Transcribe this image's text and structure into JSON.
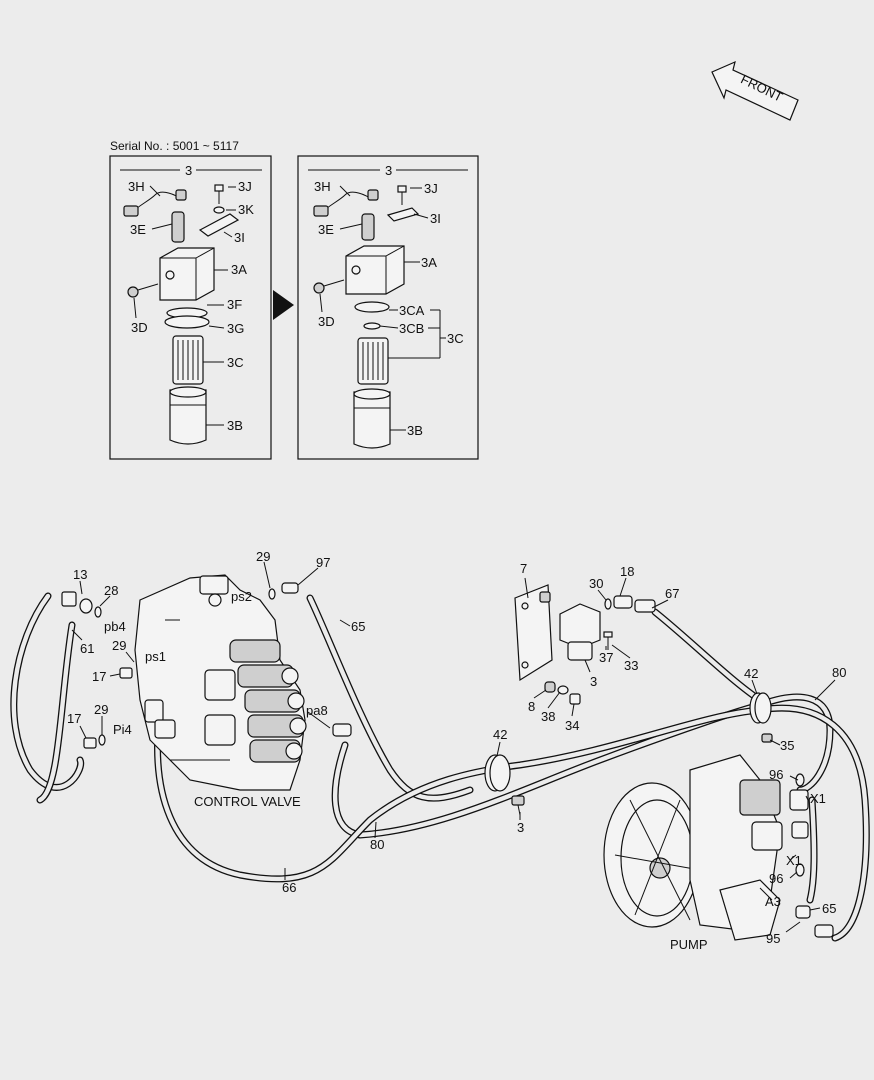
{
  "serial_note": "Serial No. : 5001 ~ 5117",
  "front_label": "FRONT",
  "panel_left": {
    "header": "3",
    "labels": {
      "3H": "3H",
      "3J": "3J",
      "3K": "3K",
      "3E": "3E",
      "3I": "3I",
      "3A": "3A",
      "3D": "3D",
      "3F": "3F",
      "3G": "3G",
      "3C": "3C",
      "3B": "3B"
    }
  },
  "panel_right": {
    "header": "3",
    "labels": {
      "3H": "3H",
      "3J": "3J",
      "3I": "3I",
      "3E": "3E",
      "3A": "3A",
      "3D": "3D",
      "3CA": "3CA",
      "3CB": "3CB",
      "3C": "3C",
      "3B": "3B"
    }
  },
  "assembly": {
    "control_valve": "CONTROL VALVE",
    "pump": "PUMP",
    "ports": {
      "ps2": "ps2",
      "pb4": "pb4",
      "ps1": "ps1",
      "pi4": "Pi4",
      "pa8": "pa8",
      "x1a": "X1",
      "x1b": "X1",
      "a3": "A3"
    },
    "numbers": {
      "n13": "13",
      "n28": "28",
      "n61": "61",
      "n29a": "29",
      "n17a": "17",
      "n17b": "17",
      "n29b": "29",
      "n29c": "29",
      "n97": "97",
      "n65a": "65",
      "n7": "7",
      "n30": "30",
      "n18": "18",
      "n67": "67",
      "n37": "37",
      "n33": "33",
      "n3a": "3",
      "n8": "8",
      "n38": "38",
      "n34": "34",
      "n42a": "42",
      "n80a": "80",
      "n42b": "42",
      "n35": "35",
      "n96a": "96",
      "n3b": "3",
      "n80b": "80",
      "n66": "66",
      "n96b": "96",
      "n65b": "65",
      "n95": "95"
    }
  }
}
